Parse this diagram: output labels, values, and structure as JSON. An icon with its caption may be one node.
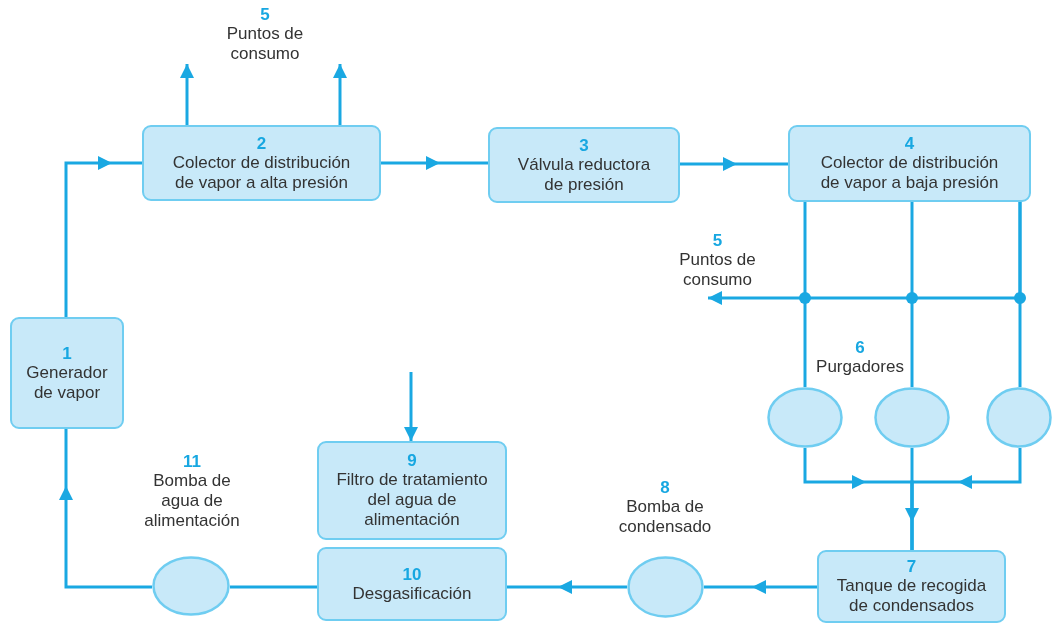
{
  "diagram": {
    "nodes": [
      {
        "text": [
          "1",
          "Generador de vapor"
        ]
      },
      {
        "text": [
          "2",
          "Colector de distribución de vapor a alta presión"
        ]
      },
      {
        "text": [
          "3",
          "Válvula reductora de presión"
        ]
      },
      {
        "text": [
          "4",
          "Colector de distribución de vapor a baja presión"
        ]
      },
      {
        "text": [
          "5",
          "Puntos de consumo"
        ]
      },
      {
        "text": [
          "5",
          "Puntos de consumo"
        ]
      },
      {
        "text": [],
        "shape": "circle"
      },
      {
        "text": [],
        "shape": "circle"
      },
      {
        "text": [],
        "shape": "circle"
      },
      {
        "text": [
          "7",
          "Tanque de recogida de condensados"
        ]
      },
      {
        "text": [],
        "shape": "circle",
        "beside": [
          "8",
          "Bomba de condensado"
        ]
      },
      {
        "text": [
          "9",
          "Filtro de tratamiento del agua de alimentación"
        ]
      },
      {
        "text": [
          "10",
          "Desgasificación"
        ]
      },
      {
        "text": [],
        "shape": "circle",
        "beside": [
          "11",
          "Bomba de agua de alimentación"
        ]
      }
    ],
    "edges": [
      {
        "from": 0,
        "to": 1,
        "arrow": "to"
      },
      {
        "from": 1,
        "to": 4,
        "arrow": "to"
      },
      {
        "from": 1,
        "to": 4,
        "arrow": "to"
      },
      {
        "from": 1,
        "to": 2,
        "arrow": "to"
      },
      {
        "from": 2,
        "to": 3,
        "arrow": "to"
      },
      {
        "from": 3,
        "to": 5,
        "arrow": "to"
      },
      {
        "from": 3,
        "to": 6,
        "arrow": "none"
      },
      {
        "from": 3,
        "to": 7,
        "arrow": "none"
      },
      {
        "from": 3,
        "to": 8,
        "arrow": "none"
      },
      {
        "from": 6,
        "to": 9,
        "arrow": "to"
      },
      {
        "from": 7,
        "to": 9,
        "arrow": "to"
      },
      {
        "from": 8,
        "to": 9,
        "arrow": "to"
      },
      {
        "from": 9,
        "to": 10,
        "arrow": "to"
      },
      {
        "from": 10,
        "to": 12,
        "arrow": "to"
      },
      {
        "from": 12,
        "to": 13,
        "arrow": "none"
      },
      {
        "from": 13,
        "to": 0,
        "arrow": "to"
      },
      {
        "from": null,
        "to": 11,
        "arrow": "to"
      }
    ],
    "labels": [
      "6",
      "Purgadores"
    ]
  }
}
